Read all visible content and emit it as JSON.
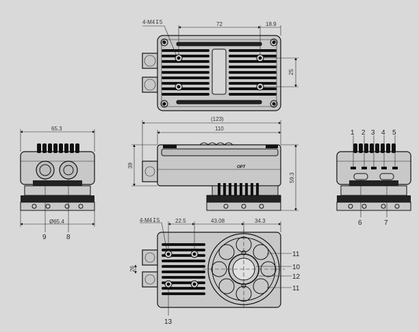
{
  "top_view": {
    "thread_note": "4-M4↧5",
    "dim_width": "72",
    "dim_offset": "18.9",
    "dim_height": "25"
  },
  "side_view": {
    "dim_overall": "(123)",
    "dim_body": "110",
    "dim_height_left": "39",
    "dim_height_right": "59.3"
  },
  "left_view": {
    "dim_width": "65.3",
    "dim_flange": "Ø65.4",
    "callout_9": "9",
    "callout_8": "8"
  },
  "right_view": {
    "callouts": [
      "1",
      "2",
      "3",
      "4",
      "5"
    ],
    "callout_6": "6",
    "callout_7": "7"
  },
  "bottom_view": {
    "thread_note": "4-M4↧5",
    "dim_a": "22.5",
    "dim_b": "43.08",
    "dim_c": "34.3",
    "dim_side": "26",
    "callout_11a": "11",
    "callout_10": "10",
    "callout_12": "12",
    "callout_11b": "11",
    "callout_13": "13"
  },
  "colors": {
    "background": "#d9d9d9",
    "line": "#111111",
    "body_fill": "#c8c8c8"
  }
}
